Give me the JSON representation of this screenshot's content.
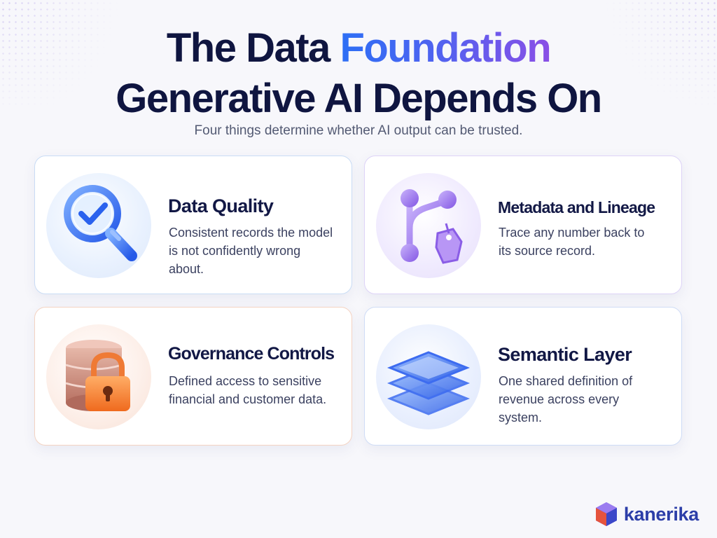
{
  "header": {
    "title_line1_prefix": "The Data ",
    "title_line1_highlight": "Foundation",
    "title_line2": "Generative AI Depends On",
    "subtitle": "Four things determine whether AI output can be trusted."
  },
  "cards": [
    {
      "title": "Data Quality",
      "description": "Consistent records the model is not confidently wrong about.",
      "icon": "magnifier-check-icon"
    },
    {
      "title": "Metadata and Lineage",
      "description": "Trace any number back to its source record.",
      "icon": "lineage-tag-icon"
    },
    {
      "title": "Governance Controls",
      "description": "Defined access to sensitive financial and customer data.",
      "icon": "database-lock-icon"
    },
    {
      "title": "Semantic Layer",
      "description": "One shared definition of revenue across every system.",
      "icon": "layers-icon"
    }
  ],
  "brand": {
    "name": "kanerika",
    "icon": "kanerika-logo"
  },
  "colors": {
    "title": "#0f1540",
    "accent_blue": "#2d6ff5",
    "accent_purple": "#8a4fe6",
    "orange": "#f07a2a"
  }
}
